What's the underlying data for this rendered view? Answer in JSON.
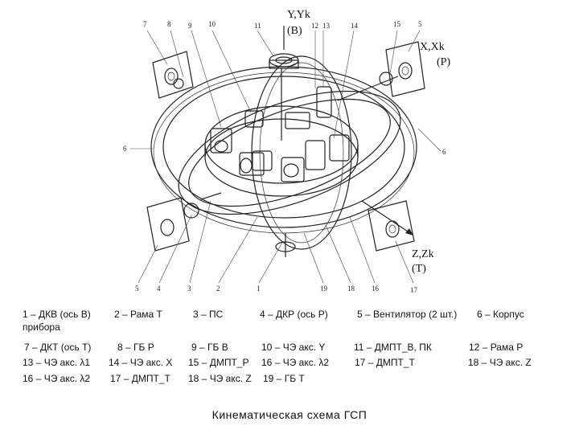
{
  "axes": {
    "y_label": "Y,Yk",
    "y_sub": "(B)",
    "x_label": "X,Xk",
    "x_sub": "(P)",
    "z_label": "Z,Zk",
    "z_sub": "(T)"
  },
  "callouts_top": [
    "7",
    "8",
    "9",
    "10",
    "11",
    "12",
    "13",
    "14",
    "15",
    "5"
  ],
  "callouts_side": [
    "6",
    "6"
  ],
  "callouts_bottom": [
    "5",
    "4",
    "3",
    "2",
    "1",
    "19",
    "18",
    "16",
    "17"
  ],
  "legend": {
    "l1a": "1 – ДКВ (ось В)",
    "l1b": "прибора",
    "l2": "2 – Рама Т",
    "l3": "3 – ПС",
    "l4": "4 – ДКР (ось Р)",
    "l5": "5 – Вентилятор (2 шт.)",
    "l6": "6 – Корпус",
    "l7": "7 – ДКТ (ось Т)",
    "l8": "8 – ГБ Р",
    "l9": "9 – ГБ В",
    "l10": "10 – ЧЭ акс. Y",
    "l11": "11 – ДМПТ_В, ПК",
    "l12": "12 – Рама Р",
    "l13": "13 – ЧЭ акс. λ1",
    "l14": "14 – ЧЭ акс. X",
    "l15": "15 – ДМПТ_Р",
    "l16": "16 – ЧЭ акс. λ2",
    "l17": "17 – ДМПТ_Т",
    "l18": "18 – ЧЭ акс. Z",
    "l16b": "16 – ЧЭ акс. λ2",
    "l17b": "17 – ДМПТ_Т",
    "l18b": "18 – ЧЭ акс. Z",
    "l19": "19 – ГБ Т"
  },
  "caption": "Кинематическая схема ГСП"
}
